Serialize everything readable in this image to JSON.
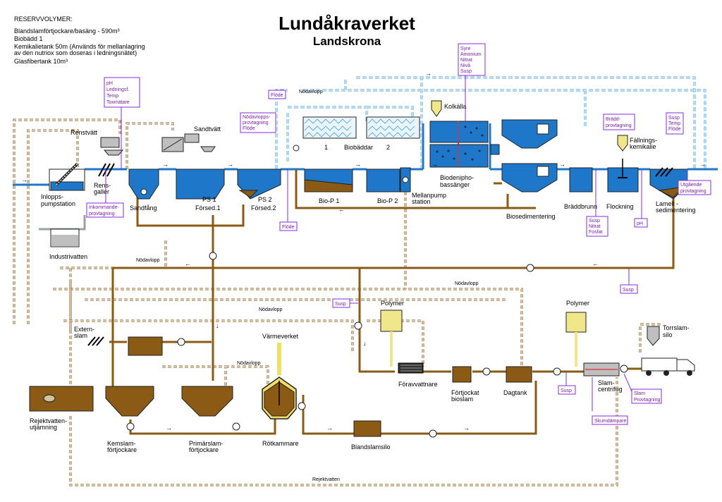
{
  "title": "Lundåkraverket",
  "subtitle": "Landskrona",
  "reserve": {
    "heading": "RESERVVOLYMER:",
    "lines": [
      "Blandslamförtjockare/basäng - 590m³",
      "Biobädd 1",
      "Kemikalietank 50m (Används för mellanlagring",
      "av den nutriox som doseras i ledningsnätet)",
      "Glasfibertank 10m³"
    ]
  },
  "units": {
    "inlopp": [
      "Inlopps-",
      "pumpstation"
    ],
    "rensgaller": [
      "Rens-",
      "galler"
    ],
    "renstvatt": "Renstvätt",
    "sandtvatt": "Sandtvätt",
    "sandfang": "Sandfång",
    "ps1": [
      "PS 1",
      "Försed.1"
    ],
    "ps2": [
      "PS 2",
      "Försed.2"
    ],
    "biop1": "Bio-P 1",
    "biop2": "Bio-P 2",
    "mellanpump": [
      "Mellanpump",
      "station"
    ],
    "biobaddar": "Biobäddar",
    "biobadd1": "1",
    "biobadd2": "2",
    "kolkalla": "Kolkälla",
    "biodenipho": [
      "Biodenipho-",
      "bassänger"
    ],
    "biosed": "Biosedimentering",
    "braddbrunn": "Bräddbrunn",
    "flockning": "Flockning",
    "fallning": [
      "Fällnings-",
      "kemikalie"
    ],
    "lamell": [
      "Lamell -",
      "sedimentering"
    ],
    "industrivatten": "Industrivatten",
    "externslam": [
      "Extern-",
      "slam"
    ],
    "varmeverket": "Värmeverket",
    "polymer1": "Polymer",
    "polymer2": "Polymer",
    "foravvattnare": "Föravvattnare",
    "fortjockat": [
      "Förtjockat",
      "bioslam"
    ],
    "dagtank": "Dagtank",
    "slamcentrifug": [
      "Slam-",
      "centrifug"
    ],
    "torrslam": [
      "Torrslam-",
      "silo"
    ],
    "rejektvatten": [
      "Rejektvatten-",
      "utjämning"
    ],
    "kemslam": [
      "Kemslam-",
      "förtjockare"
    ],
    "primarslam": [
      "Primärslam-",
      "förtjockare"
    ],
    "rotkammare": "Rötkammare",
    "blandslamsilo": "Blandslamsilo"
  },
  "pipe_labels": {
    "nodavlopp": "Nödavlopp",
    "rejektvatten": "Rejektvatten"
  },
  "sampling": {
    "ph_top": [
      "pH",
      "Ledningsf.",
      "Temp",
      "Toxmätare"
    ],
    "inkommande": [
      "Inkommande-",
      "provtagning"
    ],
    "flode_top": "Flöde",
    "nodavlopps": [
      "Nödavlopps-",
      "provtagning",
      "Flöde"
    ],
    "flode_mid": "Flöde",
    "syre": [
      "Syre",
      "Amonium",
      "Nitrat",
      "Nivå",
      "Susp"
    ],
    "bradd": [
      "Brädd-",
      "provtagning"
    ],
    "susp_nitrat": [
      "Susp",
      "Nitrat",
      "Fosfat"
    ],
    "ph_right": "pH",
    "susp_temp": [
      "Susp",
      "Temp",
      "Flöde"
    ],
    "utgaende": [
      "Utgående",
      "provtagning"
    ],
    "susp_mid": "Susp",
    "susp_left": "Susp",
    "susp_bottom": "Susp",
    "slam_prov": [
      "Slam",
      "Provtagning"
    ],
    "skumdampare": "Skumdämpare"
  },
  "colors": {
    "water": "#1f77c9",
    "sludge": "#8b5a14",
    "sample": "#8a2be2",
    "emergency": "#4aa3df",
    "chemical": "#f0e68c"
  }
}
